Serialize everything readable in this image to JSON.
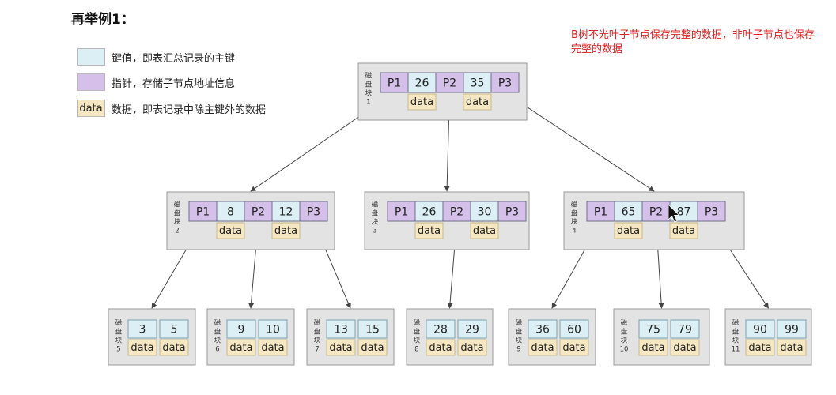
{
  "title": "再举例1：",
  "note": "B树不光叶子节点保存完整的数据，非叶子节点也保存完整的数据",
  "legend": [
    {
      "swatch": "",
      "kind": "key",
      "text": "键值，即表汇总记录的主键"
    },
    {
      "swatch": "",
      "kind": "ptr",
      "text": "指针，存储子节点地址信息"
    },
    {
      "swatch": "data",
      "kind": "data",
      "text": "数据，即表记录中除主键外的数据"
    }
  ],
  "colors": {
    "key": "#dbeff5",
    "pointer": "#d4c0e8",
    "data": "#f4e7c1",
    "block": "#e3e3e3",
    "note": "#e02020"
  },
  "blockLabelPrefix": [
    "磁",
    "盘",
    "块"
  ],
  "dataLabel": "data",
  "blocks": [
    {
      "id": 1,
      "cells": [
        "P1",
        "26",
        "P2",
        "35",
        "P3"
      ]
    },
    {
      "id": 2,
      "cells": [
        "P1",
        "8",
        "P2",
        "12",
        "P3"
      ]
    },
    {
      "id": 3,
      "cells": [
        "P1",
        "26",
        "P2",
        "30",
        "P3"
      ]
    },
    {
      "id": 4,
      "cells": [
        "P1",
        "65",
        "P2",
        "87",
        "P3"
      ]
    },
    {
      "id": 5,
      "cells": [
        "3",
        "5"
      ]
    },
    {
      "id": 6,
      "cells": [
        "9",
        "10"
      ]
    },
    {
      "id": 7,
      "cells": [
        "13",
        "15"
      ]
    },
    {
      "id": 8,
      "cells": [
        "28",
        "29"
      ]
    },
    {
      "id": 9,
      "cells": [
        "36",
        "60"
      ]
    },
    {
      "id": 10,
      "cells": [
        "75",
        "79"
      ]
    },
    {
      "id": 11,
      "cells": [
        "90",
        "99"
      ]
    }
  ],
  "edges": [
    {
      "from": 1,
      "ptr": 0,
      "to": 2
    },
    {
      "from": 1,
      "ptr": 1,
      "to": 3
    },
    {
      "from": 1,
      "ptr": 2,
      "to": 4
    },
    {
      "from": 2,
      "ptr": 0,
      "to": 5
    },
    {
      "from": 2,
      "ptr": 1,
      "to": 6
    },
    {
      "from": 2,
      "ptr": 2,
      "to": 7
    },
    {
      "from": 3,
      "ptr": 1,
      "to": 8
    },
    {
      "from": 4,
      "ptr": 0,
      "to": 9
    },
    {
      "from": 4,
      "ptr": 1,
      "to": 10
    },
    {
      "from": 4,
      "ptr": 2,
      "to": 11
    }
  ]
}
